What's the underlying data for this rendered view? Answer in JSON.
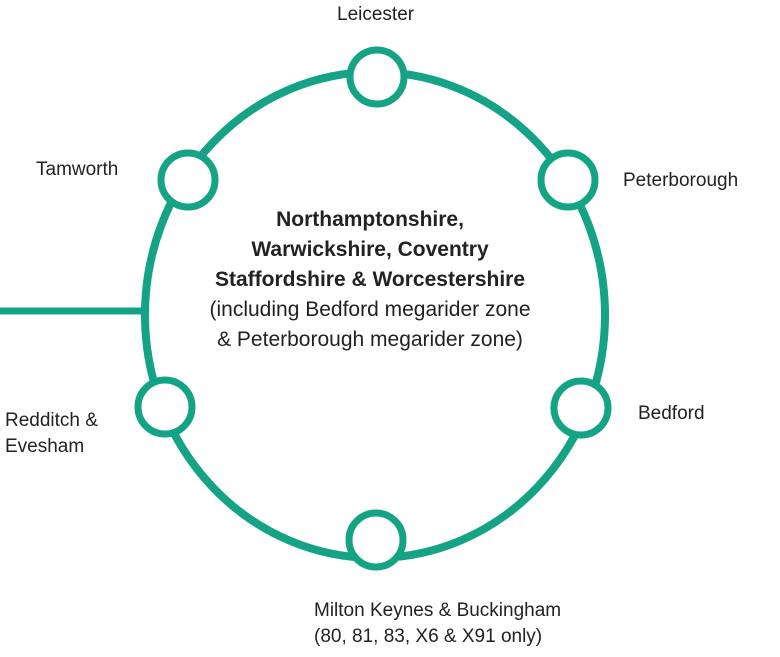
{
  "colors": {
    "route": "#14A384",
    "station_fill": "#ffffff",
    "text": "#222222"
  },
  "center": {
    "line1": "Northamptonshire,",
    "line2": "Warwickshire, Coventry",
    "line3": "Staffordshire & Worcestershire",
    "line4": "(including Bedford megarider zone",
    "line5": "& Peterborough megarider zone)"
  },
  "stations": {
    "leicester": "Leicester",
    "tamworth": "Tamworth",
    "peterborough": "Peterborough",
    "redditch_1": "Redditch &",
    "redditch_2": "Evesham",
    "bedford": "Bedford",
    "mk_1": "Milton Keynes & Buckingham",
    "mk_2": "(80, 81, 83, X6 & X91 only)"
  }
}
